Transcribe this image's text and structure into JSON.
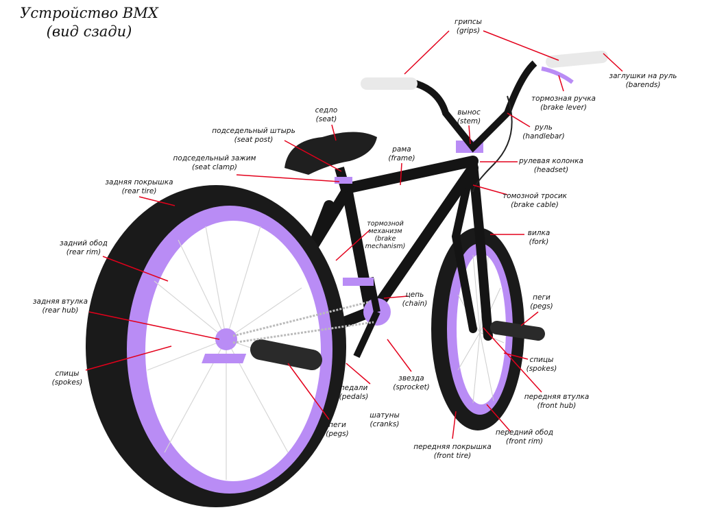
{
  "title": {
    "line1": "Устройство BMX",
    "line2": "(вид сзади)"
  },
  "colors": {
    "rim": "#b98cf5",
    "frame": "#141414",
    "leader": "#e3001b",
    "tire": "#1a1a1a"
  },
  "labels": {
    "grips": {
      "ru": "грипсы",
      "en": "(grips)"
    },
    "barends": {
      "ru": "заглушки на руль",
      "en": "(barends)"
    },
    "brake_lever": {
      "ru": "тормозная ручка",
      "en": "(brake lever)"
    },
    "handlebar": {
      "ru": "руль",
      "en": "(handlebar)"
    },
    "stem": {
      "ru": "вынос",
      "en": "(stem)"
    },
    "seat": {
      "ru": "седло",
      "en": "(seat)"
    },
    "seat_post": {
      "ru": "подседельный штырь",
      "en": "(seat post)"
    },
    "frame": {
      "ru": "рама",
      "en": "(frame)"
    },
    "seat_clamp": {
      "ru": "подседельный зажим",
      "en": "(seat clamp)"
    },
    "headset": {
      "ru": "рулевая колонка",
      "en": "(headset)"
    },
    "rear_tire": {
      "ru": "задняя покрышка",
      "en": "(rear tire)"
    },
    "brake_cable": {
      "ru": "томозной тросик",
      "en": "(brake cable)"
    },
    "brake_mechanism": {
      "ru1": "тормозной",
      "ru2": "механизм",
      "en1": "(brake",
      "en2": "mechanism)"
    },
    "fork": {
      "ru": "вилка",
      "en": "(fork)"
    },
    "rear_rim": {
      "ru": "задний обод",
      "en": "(rear rim)"
    },
    "chain": {
      "ru": "цепь",
      "en": "(chain)"
    },
    "pegs_front": {
      "ru": "пеги",
      "en": "(pegs)"
    },
    "rear_hub": {
      "ru": "задняя втулка",
      "en": "(rear hub)"
    },
    "spokes_front": {
      "ru": "спицы",
      "en": "(spokes)"
    },
    "spokes_rear": {
      "ru": "спицы",
      "en": "(spokes)"
    },
    "sprocket": {
      "ru": "звезда",
      "en": "(sprocket)"
    },
    "pedals": {
      "ru": "педали",
      "en": "(pedals)"
    },
    "front_hub": {
      "ru": "передняя втулка",
      "en": "(front hub)"
    },
    "cranks": {
      "ru": "шатуны",
      "en": "(cranks)"
    },
    "pegs_rear": {
      "ru": "пеги",
      "en": "(pegs)"
    },
    "front_rim": {
      "ru": "передний обод",
      "en": "(front rim)"
    },
    "front_tire": {
      "ru": "передняя покрышка",
      "en": "(front tire)"
    }
  }
}
